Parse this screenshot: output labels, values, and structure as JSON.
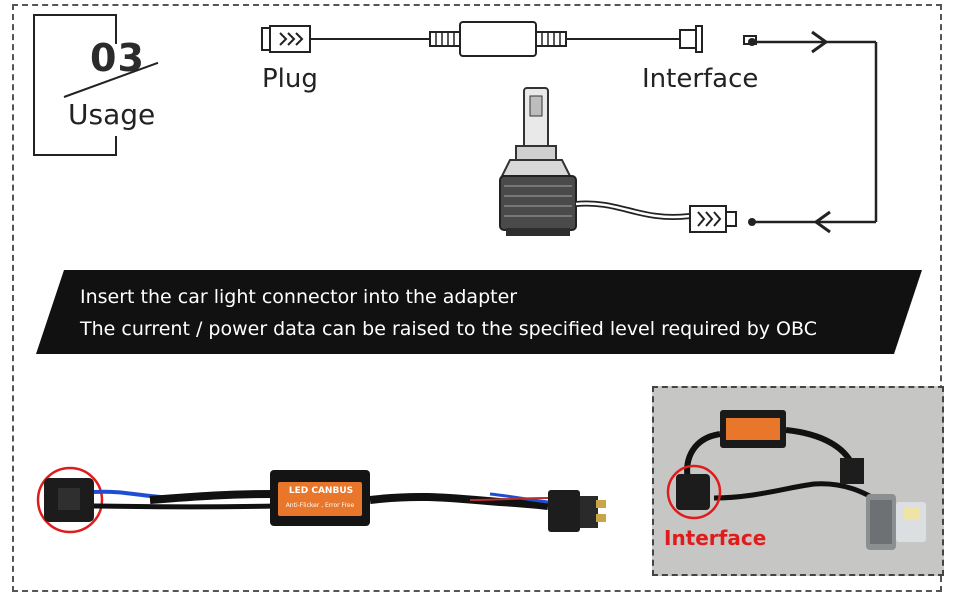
{
  "step": {
    "number": "03",
    "label": "Usage"
  },
  "diagram": {
    "plug_label": "Plug",
    "interface_label": "Interface"
  },
  "banner": {
    "line1": "Insert the car light connector into the adapter",
    "line2": "The current / power data can be raised to the specified level required by OBC"
  },
  "product": {
    "module_title": "LED CANBUS",
    "module_subtitle": "Anti-Flicker , Error Free"
  },
  "photo": {
    "callout_label": "Interface"
  },
  "colors": {
    "accent_red": "#e01b1b",
    "module_orange": "#e8762b",
    "banner_black": "#111111"
  }
}
